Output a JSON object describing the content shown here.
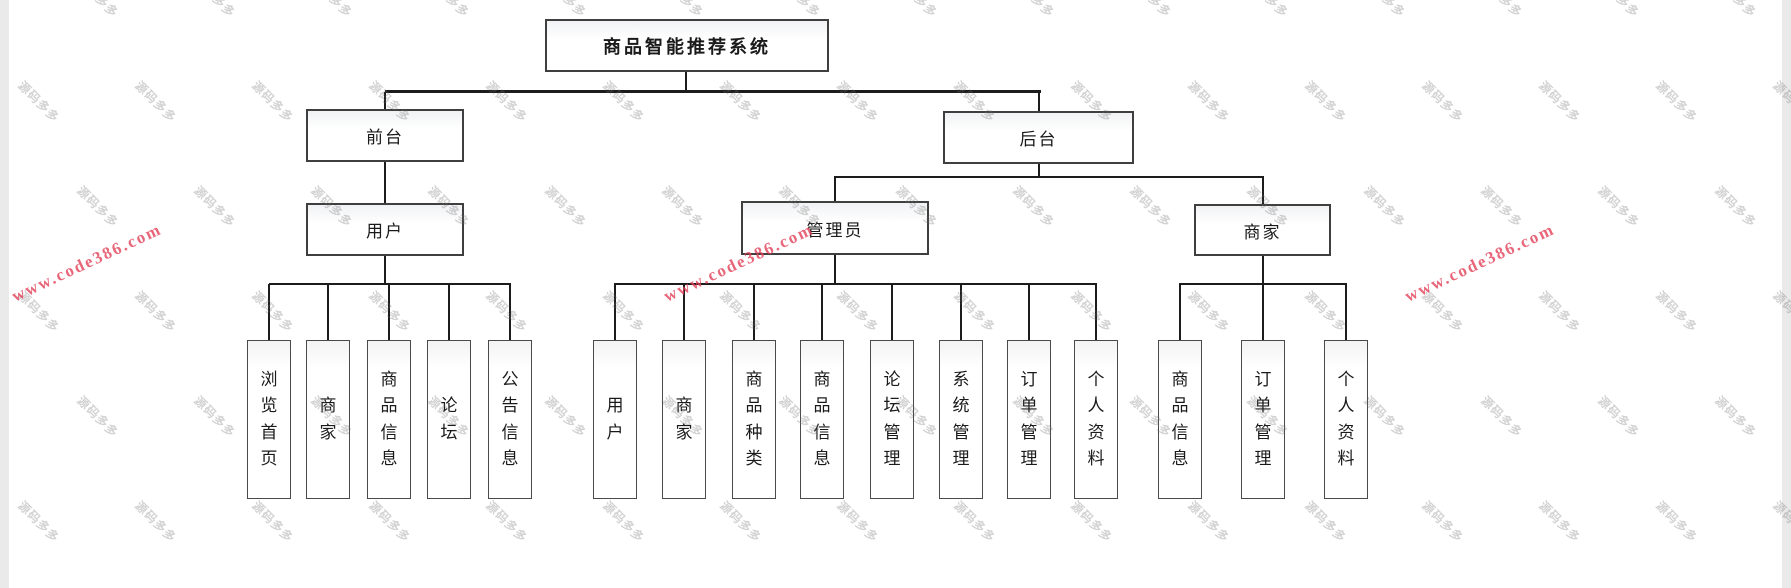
{
  "diagram": {
    "root": "商品智能推荐系统",
    "front": "前台",
    "back": "后台",
    "user": "用户",
    "admin": "管理员",
    "merchant": "商家",
    "user_children": [
      "浏览首页",
      "商家",
      "商品信息",
      "论坛",
      "公告信息"
    ],
    "admin_children": [
      "用户",
      "商家",
      "商品种类",
      "商品信息",
      "论坛管理",
      "系统管理",
      "订单管理",
      "个人资料"
    ],
    "merchant_children": [
      "商品信息",
      "订单管理",
      "个人资料"
    ]
  },
  "watermarks": {
    "gray_text": "源码多多",
    "gray_color": "#c9c9c9",
    "red_text": "www.code386.com",
    "red_color": "#e44058"
  }
}
